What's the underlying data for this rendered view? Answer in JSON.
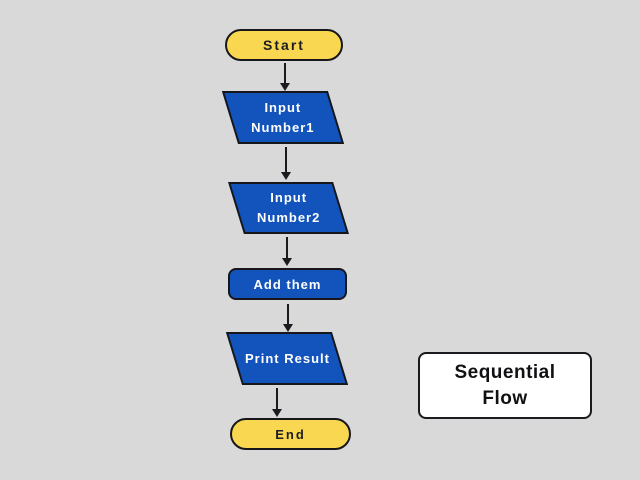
{
  "colors": {
    "background": "#d9d9d9",
    "node_blue": "#1254bc",
    "node_yellow": "#f9d750",
    "outline": "#17171b",
    "text_on_blue": "#ffffff",
    "text_on_yellow": "#1d1d21",
    "legend_background": "#ffffff"
  },
  "nodes": {
    "start": {
      "label": "Start"
    },
    "input1": {
      "line1": "Input",
      "line2": "Number1"
    },
    "input2": {
      "line1": "Input",
      "line2": "Number2"
    },
    "process": {
      "label": "Add them"
    },
    "output": {
      "label": "Print Result"
    },
    "end": {
      "label": "End"
    }
  },
  "legend": {
    "line1": "Sequential",
    "line2": "Flow"
  }
}
